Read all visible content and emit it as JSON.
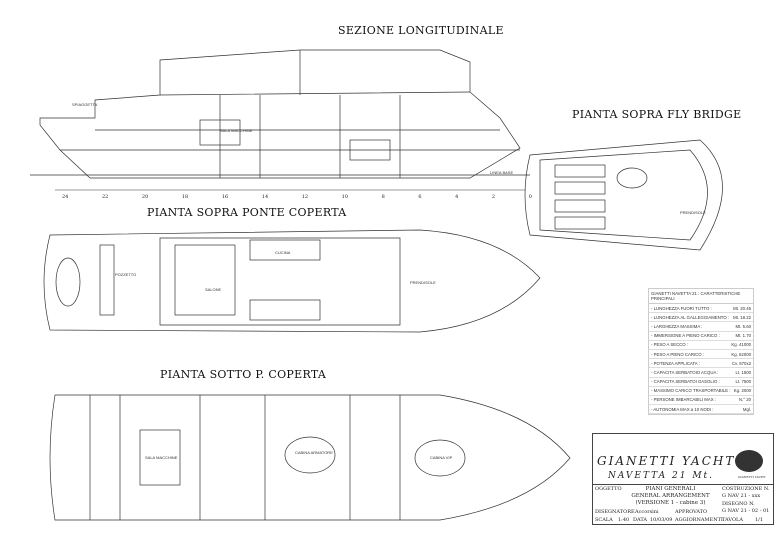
{
  "headings": {
    "longitudinal": "SEZIONE LONGITUDINALE",
    "fly_bridge": "PIANTA SOPRA FLY BRIDGE",
    "main_deck": "PIANTA SOPRA PONTE COPERTA",
    "lower_deck": "PIANTA SOTTO P. COPERTA"
  },
  "labels": {
    "sala_macchine": "SALA MACCHINE",
    "pozzetto": "POZZETTO",
    "salone": "SALONE",
    "cucina": "CUCINA",
    "prendisole": "PRENDISOLE",
    "cabina_vip": "CABINA VIP",
    "cabina_armatore": "CABINA ARMATORE",
    "spiaggetta": "SPIAGGETTA",
    "linea_base": "LINEA BASE"
  },
  "stations": [
    "24",
    "22",
    "20",
    "18",
    "16",
    "14",
    "12",
    "10",
    "8",
    "6",
    "4",
    "2",
    "0"
  ],
  "specs": {
    "title": "GIANETTI NAVETTA 21 : CARATTERISTICHE PRINCIPALI",
    "rows": [
      {
        "label": "- LUNGHEZZA FUORI TUTTO :",
        "unit": "Mt.",
        "value": "20.45"
      },
      {
        "label": "- LUNGHEZZA AL GALLEGGIAMENTO :",
        "unit": "Mt.",
        "value": "18.22"
      },
      {
        "label": "- LARGHEZZA MASSIMA :",
        "unit": "Mt.",
        "value": "5.60"
      },
      {
        "label": "- IMMERSIONE A PIENO CARICO :",
        "unit": "Mt.",
        "value": "1.70"
      },
      {
        "label": "- PESO A SECCO :",
        "unit": "Kg.",
        "value": "41000"
      },
      {
        "label": "- PESO A PIENO CARICO :",
        "unit": "Kg.",
        "value": "52000"
      },
      {
        "label": "- POTENZA APPLICATA :",
        "unit": "Cv.",
        "value": "670x2"
      },
      {
        "label": "- CAPACITA SERBATOIO ACQUA :",
        "unit": "Lt.",
        "value": "1500"
      },
      {
        "label": "- CAPACITA SERBATOI GASOLIO :",
        "unit": "Lt.",
        "value": "7500"
      },
      {
        "label": "- MASSIMO CARICO TRASPORTABILE :",
        "unit": "Kg.",
        "value": "2000"
      },
      {
        "label": "- PERSONE IMBARCABILI MAX :",
        "unit": "N.°",
        "value": "20"
      },
      {
        "label": "- AUTONOMIA MAX a 10 NODI :",
        "unit": "Mgl.",
        "value": ""
      }
    ]
  },
  "title_block": {
    "yacht": "GIANETTI YACHT",
    "model": "NAVETTA 21 Mt.",
    "oggetto_label": "OGGETTO",
    "oggetto1": "PIANI GENERALI",
    "oggetto2": "GENERAL ARRANGEMENT",
    "oggetto3": "(VERSIONE 1 - cabine 3)",
    "costruzione_label": "COSTRUZIONE N.",
    "costruzione": "G NAV 21 - xxx",
    "disegno_label": "DISEGNO N.",
    "disegno": "G NAV 21 - 02 - 01",
    "disegnatore_label": "DISEGNATORE",
    "disegnatore": "Accorsini",
    "approvato_label": "APPROVATO",
    "scala_label": "SCALA",
    "scala": "1:40",
    "data_label": "DATA",
    "data": "10/03/09",
    "aggiornamenti_label": "AGGIORNAMENTI",
    "tavola_label": "TAVOLA",
    "tavola": "1/1",
    "logo_text": "GIANETTI YACHT"
  }
}
